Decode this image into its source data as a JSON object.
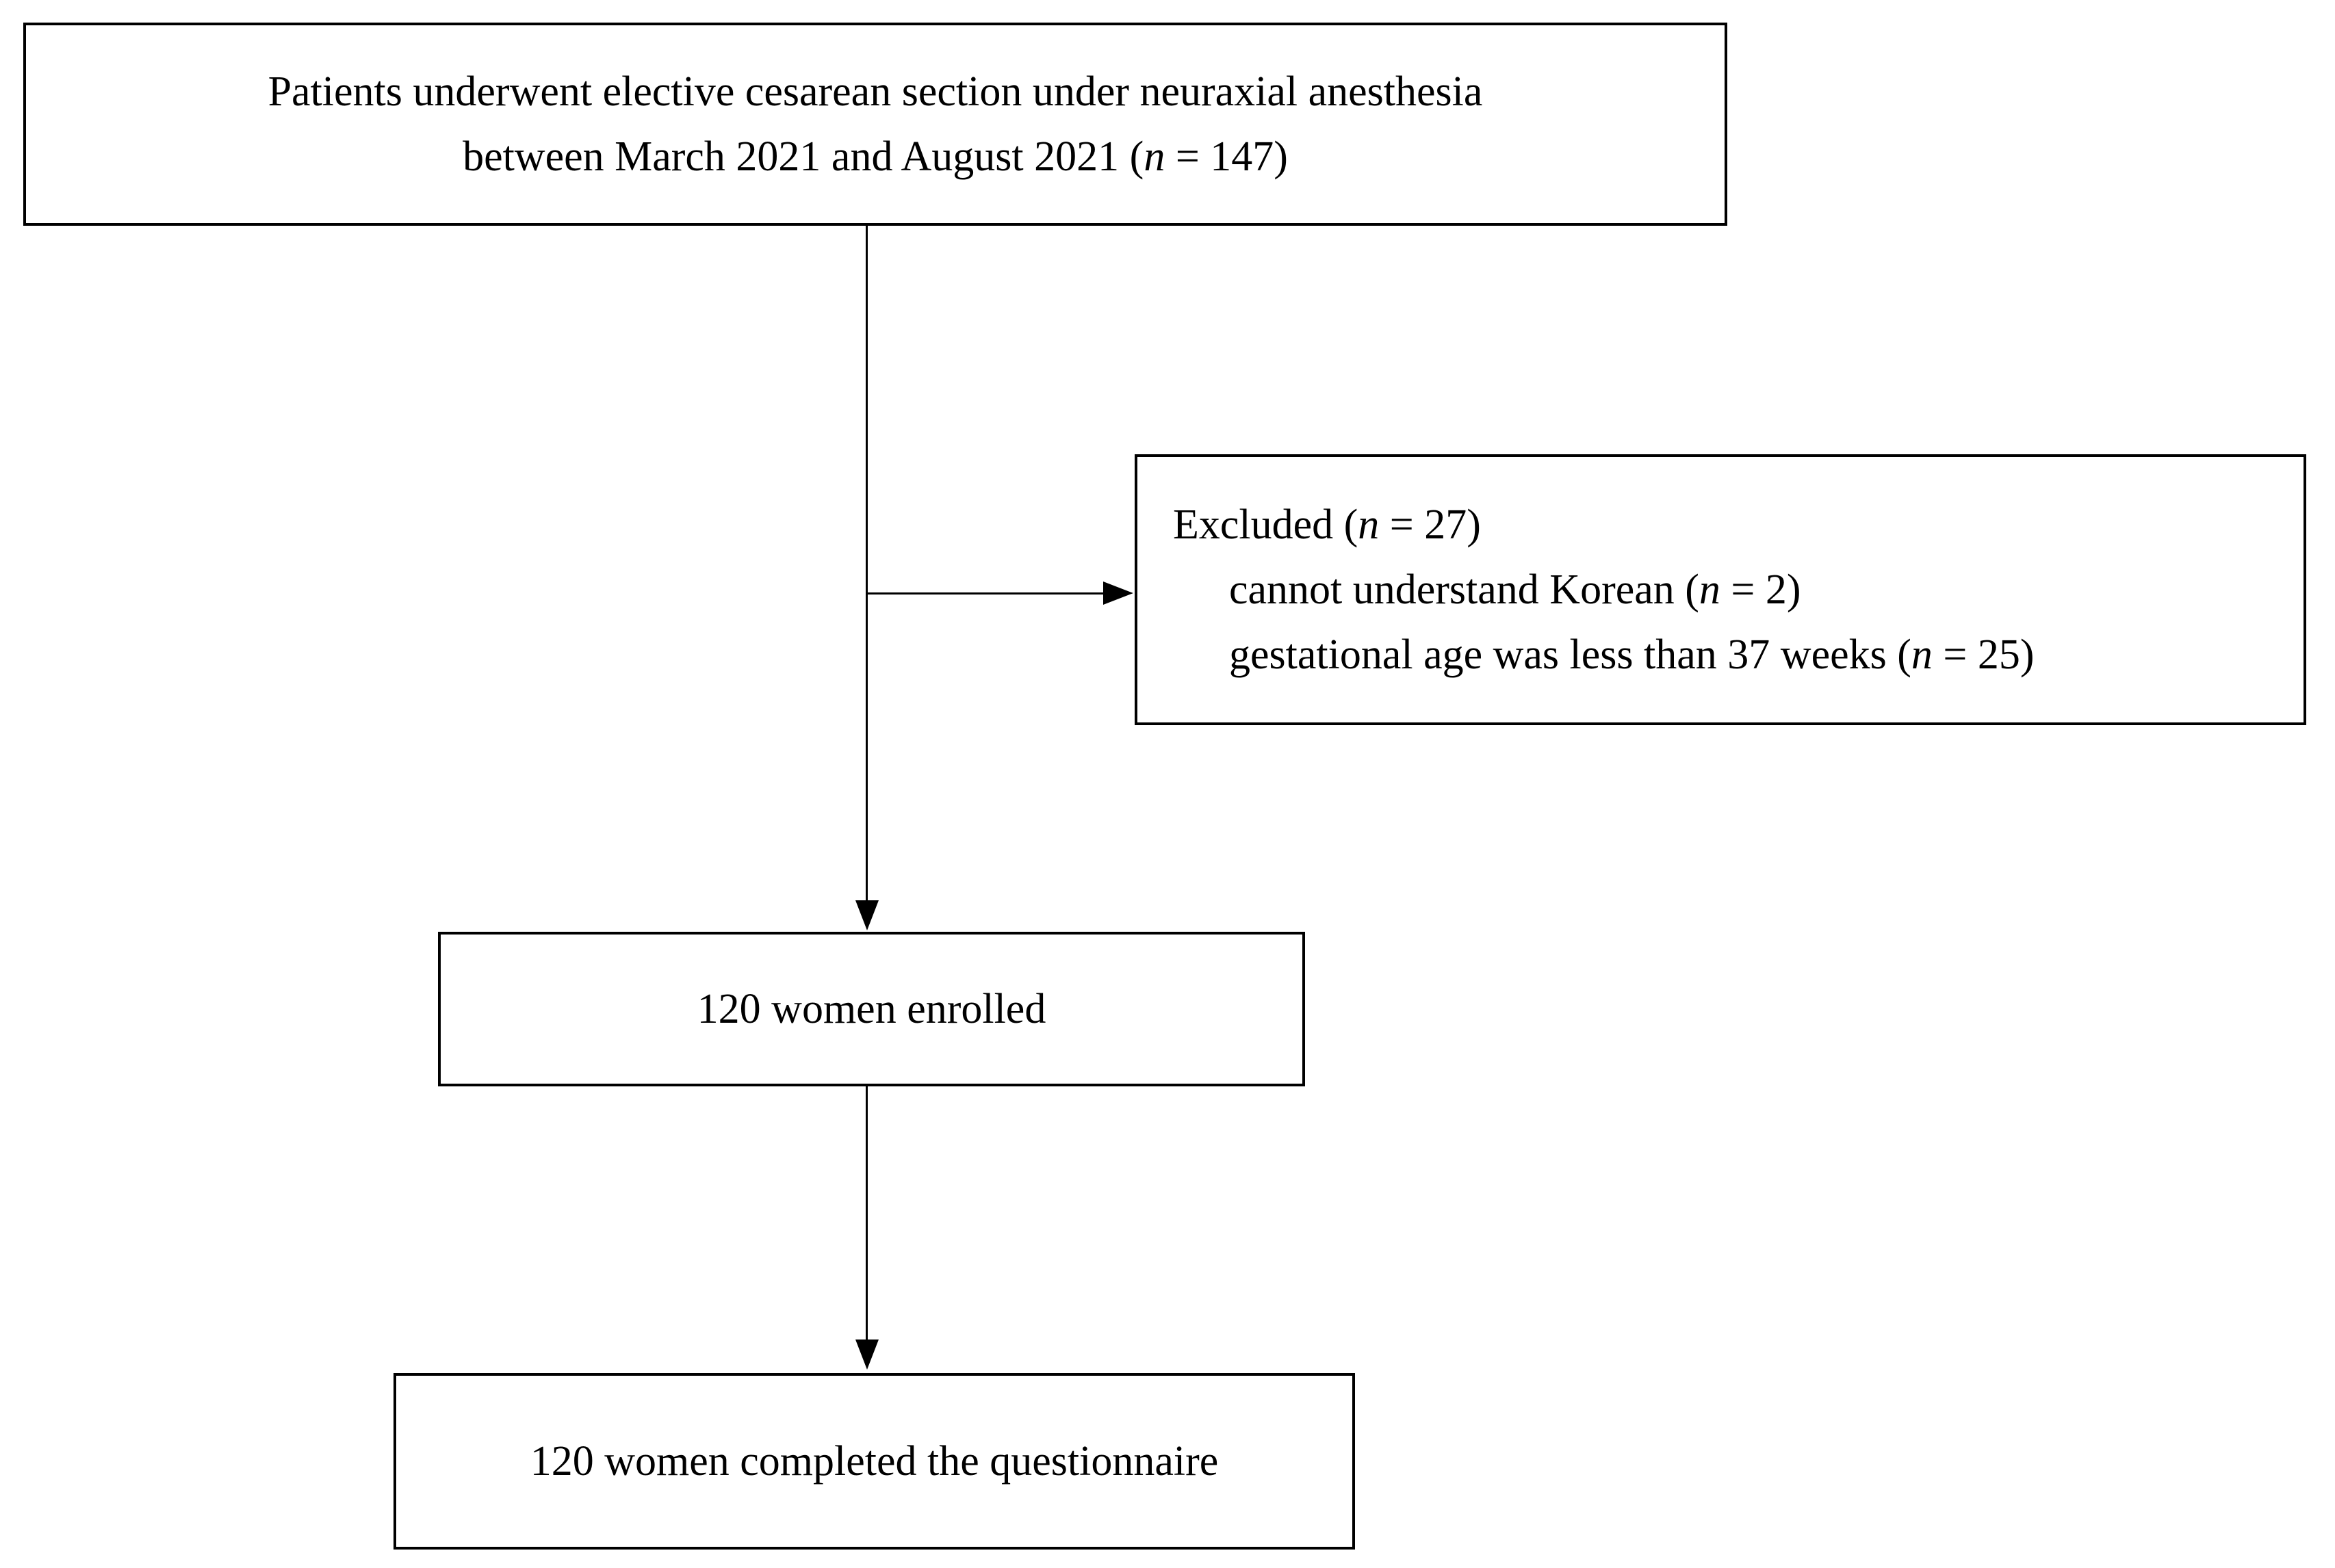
{
  "figure": {
    "type": "patient-flow-diagram",
    "colors": {
      "ink": "#000000",
      "background": "#ffffff"
    }
  },
  "boxes": {
    "eligible": {
      "line1": "Patients underwent elective cesarean section under neuraxial anesthesia",
      "line2_pre": "between March 2021 and August 2021 (",
      "line2_var": "n",
      "line2_post": " = 147)"
    },
    "excluded": {
      "title_pre": "Excluded (",
      "title_var": "n",
      "title_post": " = 27)",
      "item1_pre": "cannot understand Korean (",
      "item1_var": "n",
      "item1_post": " = 2)",
      "item2_pre": "gestational age was less than 37 weeks (",
      "item2_var": "n",
      "item2_post": " = 25)"
    },
    "enrolled": {
      "label": "120 women enrolled"
    },
    "completed": {
      "label": "120 women completed the questionnaire"
    }
  }
}
